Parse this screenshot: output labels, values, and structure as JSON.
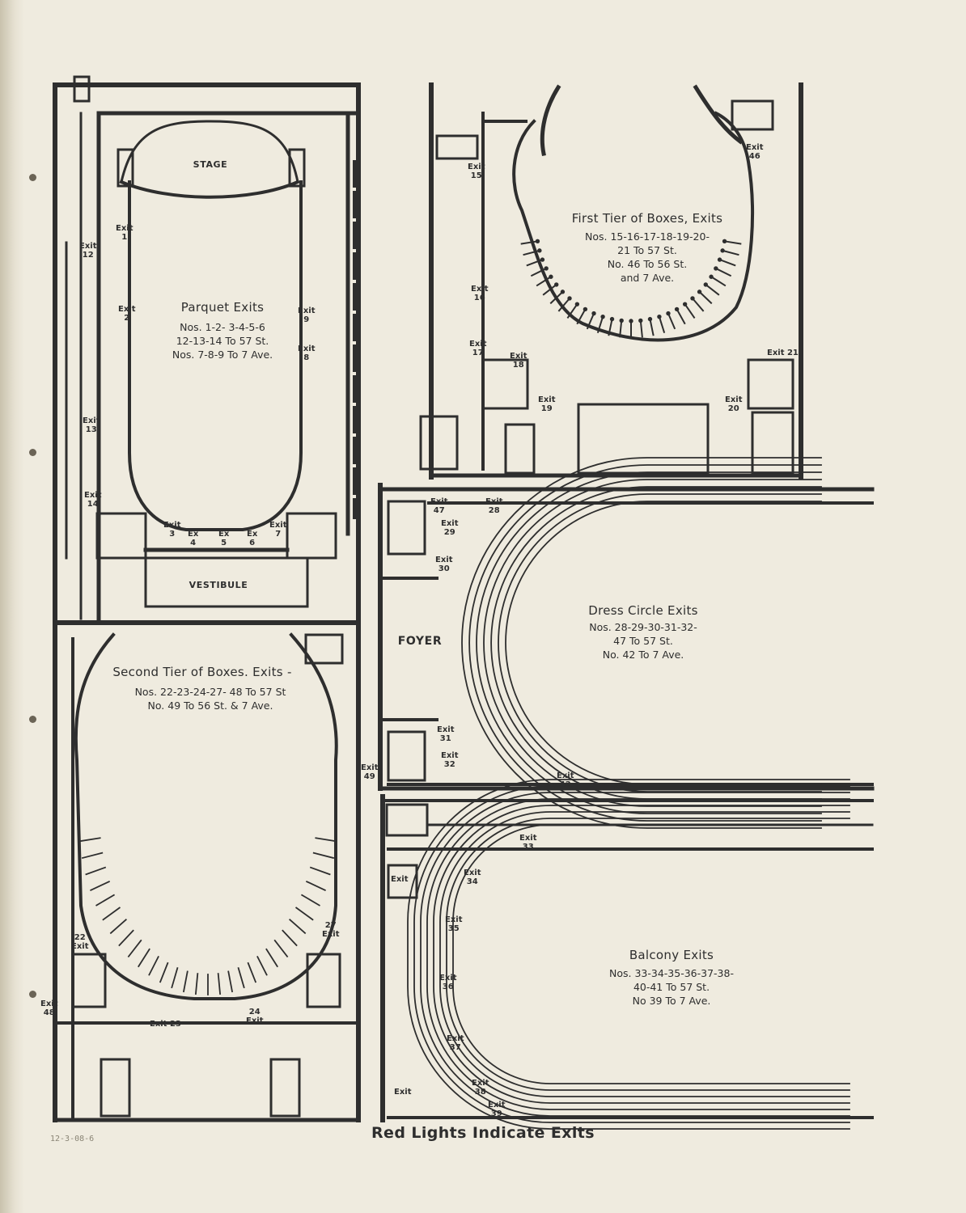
{
  "footer": "Red Lights Indicate Exits",
  "pencil_note": "12-3-08-6",
  "sections": {
    "parquet": {
      "title": "Parquet Exits",
      "lines": [
        "Nos. 1-2- 3-4-5-6",
        "12-13-14 To 57 St.",
        "Nos. 7-8-9 To 7 Ave."
      ]
    },
    "first_tier": {
      "title": "First Tier of Boxes, Exits",
      "lines": [
        "Nos. 15-16-17-18-19-20-",
        "21 To 57 St.",
        "No. 46 To 56 St.",
        "and 7 Ave."
      ]
    },
    "dress_circle": {
      "title": "Dress Circle Exits",
      "lines": [
        "Nos. 28-29-30-31-32-",
        "47 To 57 St.",
        "No. 42 To 7 Ave."
      ]
    },
    "second_tier": {
      "title": "Second Tier of Boxes. Exits -",
      "lines": [
        "Nos. 22-23-24-27- 48 To 57 St",
        "No. 49 To 56 St. & 7 Ave."
      ]
    },
    "balcony": {
      "title": "Balcony Exits",
      "lines": [
        "Nos. 33-34-35-36-37-38-",
        "40-41 To 57 St.",
        "No 39 To 7 Ave."
      ]
    }
  },
  "areas": {
    "stage": "STAGE",
    "vestibule": "VESTIBULE",
    "foyer": "FOYER"
  },
  "exits": {
    "e1": "Exit\n1",
    "e2": "Exit\n2",
    "e3": "Exit\n3",
    "e4": "Ex\n4",
    "e5": "Ex\n5",
    "e6": "Ex\n6",
    "e7": "Exit\n7",
    "e8": "Exit\n8",
    "e9": "Exit\n9",
    "e12": "Exit\n12",
    "e13": "Exit\n13",
    "e14": "Exit\n14",
    "e15": "Exit\n15",
    "e16": "Exit\n16",
    "e17": "Exit\n17",
    "e18": "Exit\n18",
    "e19": "Exit\n19",
    "e20": "Exit\n20",
    "e21": "Exit 21",
    "e46": "Exit\n46",
    "e28": "Exit\n28",
    "e29": "Exit\n29",
    "e30": "Exit\n30",
    "e31": "Exit\n31",
    "e32": "Exit\n32",
    "e42": "Exit\n42",
    "e47": "Exit\n47",
    "e22": "22\nExit",
    "e23": "Exit 23",
    "e24": "24\nExit",
    "e27": "27\nExit",
    "e48": "Exit\n48",
    "e49": "Exit\n49",
    "e33": "Exit\n33",
    "e34": "Exit\n34",
    "e35": "Exit\n35",
    "e36": "Exit\n36",
    "e37": "Exit\n37",
    "e38": "Exit\n38",
    "e39": "Exit\n39",
    "e40": "Exit",
    "e41": "Exit"
  }
}
